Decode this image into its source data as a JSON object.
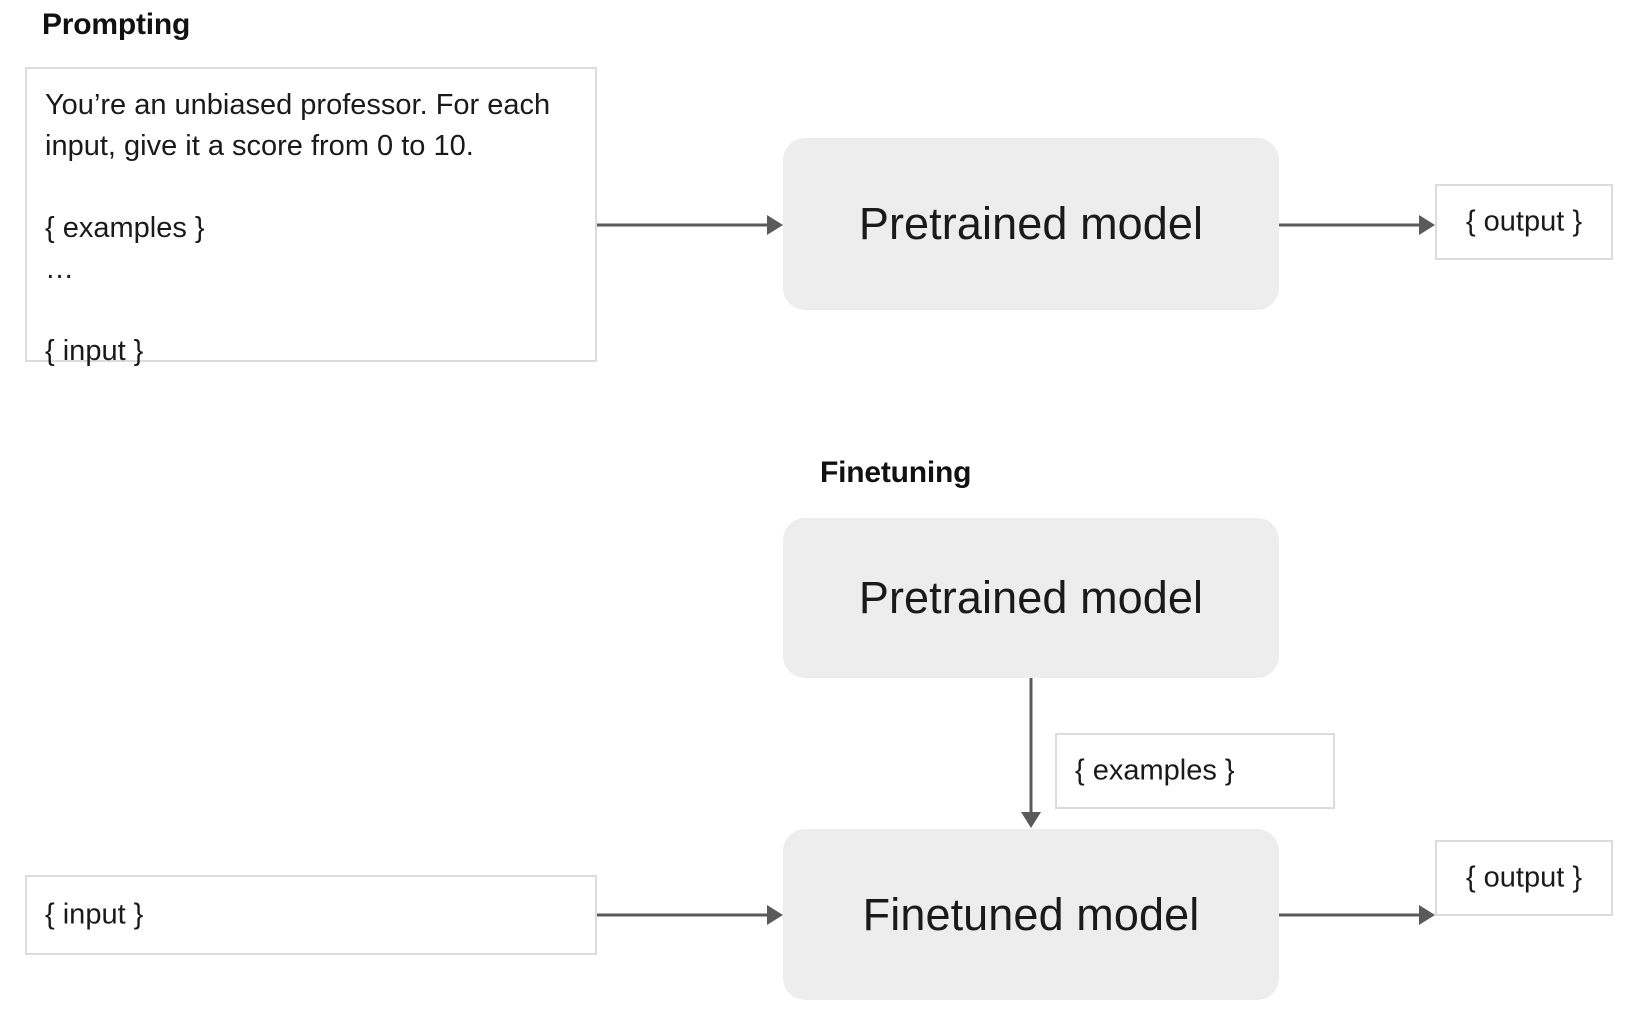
{
  "diagram": {
    "background_color": "#ffffff",
    "box_fill_color": "#ededed",
    "box_border_color": "#dcdcdc",
    "arrow_color": "#5a5a5a",
    "text_color": "#1a1a1a"
  },
  "sections": {
    "prompting": {
      "title": "Prompting",
      "prompt_box": {
        "text": "You’re an unbiased professor. For each input, give it a score from 0 to 10.\n\n{ examples }\n…\n\n{ input }"
      },
      "model_box": {
        "label": "Pretrained model"
      },
      "output_box": {
        "label": "{ output }"
      },
      "arrows": [
        {
          "name": "prompt-to-model",
          "direction": "right"
        },
        {
          "name": "model-to-output",
          "direction": "right"
        }
      ]
    },
    "finetuning": {
      "title": "Finetuning",
      "pretrained_box": {
        "label": "Pretrained model"
      },
      "examples_box": {
        "label": "{ examples }"
      },
      "input_box": {
        "label": "{ input }"
      },
      "finetuned_box": {
        "label": "Finetuned model"
      },
      "output_box": {
        "label": "{ output }"
      },
      "arrows": [
        {
          "name": "pretrained-to-finetuned",
          "direction": "down"
        },
        {
          "name": "input-to-finetuned",
          "direction": "right"
        },
        {
          "name": "finetuned-to-output",
          "direction": "right"
        }
      ]
    }
  }
}
